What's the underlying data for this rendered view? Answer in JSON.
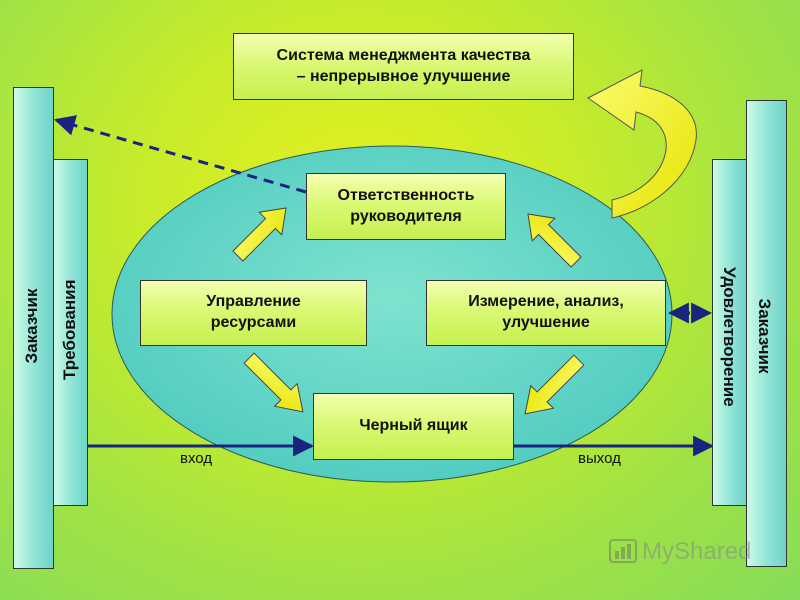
{
  "title_box": "Система менеджмента качества\n– непрерывное улучшение",
  "responsibility": "Ответственность\nруководителя",
  "resources": "Управление\nресурсами",
  "measurement": "Измерение, анализ,\nулучшение",
  "black_box": "Черный ящик",
  "left_customer": "Заказчик",
  "left_requirements": "Требования",
  "right_satisfaction": "Удовлетворение",
  "right_customer": "Заказчик",
  "input_label": "вход",
  "output_label": "выход",
  "watermark": "MyShared",
  "colors": {
    "ellipse": "#5fd6c4",
    "box_fill": "#d8f870",
    "arrow_yellow": "#f2f020",
    "flow_line": "#1a237e"
  }
}
